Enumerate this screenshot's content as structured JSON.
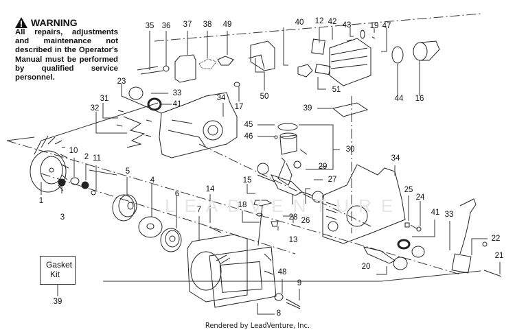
{
  "warning": {
    "title": "WARNING",
    "body": "All repairs, adjustments and maintenance not described in the Operator's Manual must be performed by qualified service personnel."
  },
  "gasket_kit": {
    "line1": "Gasket",
    "line2": "Kit",
    "part_number": "39"
  },
  "watermark": "LEADVENTURE",
  "footer": "Rendered by LeadVenture, Inc.",
  "callouts": {
    "c35": "35",
    "c36": "36",
    "c37": "37",
    "c38": "38",
    "c49": "49",
    "c40": "40",
    "c12": "12",
    "c42": "42",
    "c43": "43",
    "c19": "19",
    "c47": "47",
    "c50": "50",
    "c51": "51",
    "c17": "17",
    "c44": "44",
    "c16": "16",
    "c23": "23",
    "c33a": "33",
    "c41a": "41",
    "c34a": "34",
    "c31": "31",
    "c32": "32",
    "c39": "39",
    "c45": "45",
    "c46": "46",
    "c30": "30",
    "c29": "29",
    "c27": "27",
    "c10": "10",
    "c2": "2",
    "c11": "11",
    "c1": "1",
    "c3": "3",
    "c5": "5",
    "c4": "4",
    "c6": "6",
    "c7": "7",
    "c14": "14",
    "c15": "15",
    "c18": "18",
    "c28": "28",
    "c13": "13",
    "c26": "26",
    "c34b": "34",
    "c25": "25",
    "c24": "24",
    "c41b": "41",
    "c33b": "33",
    "c22": "22",
    "c21": "21",
    "c20": "20",
    "c48": "48",
    "c9": "9",
    "c8": "8"
  }
}
